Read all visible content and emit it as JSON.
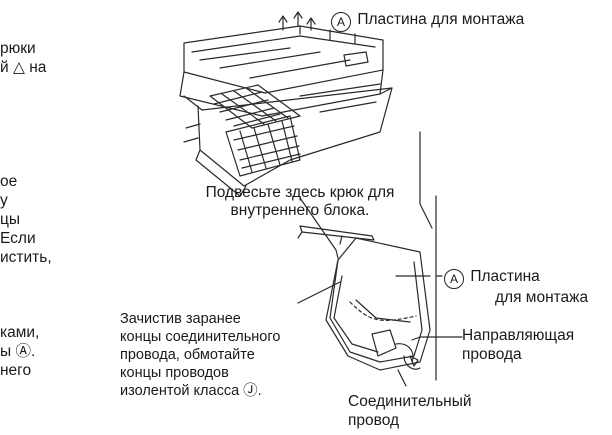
{
  "left_fragments": [
    "рюки",
    "й △ на",
    "ое",
    "у",
    "цы",
    "Если",
    "истить,",
    "ками,",
    "ы Ⓐ.",
    "него"
  ],
  "labels": {
    "plate_top_mark": "A",
    "plate_top": "Пластина для монтажа",
    "hook_line1": "Подвесьте здесь крюк для",
    "hook_line2": "внутреннего блока.",
    "plate_right_mark": "A",
    "plate_right_line1": "Пластина",
    "plate_right_line2": "для монтажа",
    "guide_line1": "Направляющая",
    "guide_line2": "провода",
    "note_line1": "Зачистив заранее",
    "note_line2": "концы соединительного",
    "note_line3": "провода, обмотайте",
    "note_line4": "концы проводов",
    "note_line5": "изолентой класса Ⓙ.",
    "wire_line1": "Соединительный",
    "wire_line2": "провод"
  }
}
